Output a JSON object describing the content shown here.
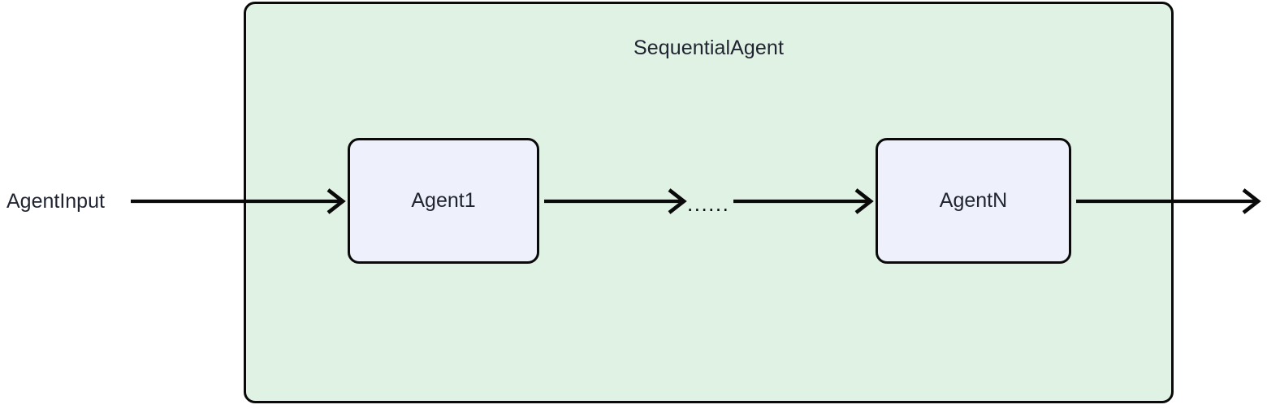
{
  "diagram": {
    "title_text": "SequentialAgent",
    "background_color": "#ffffff",
    "group": {
      "label": "SequentialAgent",
      "fill_color": "#e0f2e4",
      "border_color": "#0a0a0a"
    },
    "nodes": [
      {
        "id": "agent1",
        "label": "Agent1",
        "fill_color": "#eef1fb",
        "border_color": "#0a0a0a"
      },
      {
        "id": "agentn",
        "label": "AgentN",
        "fill_color": "#eef1fb",
        "border_color": "#0a0a0a"
      }
    ],
    "labels": [
      {
        "id": "agent-input",
        "text": "AgentInput"
      }
    ],
    "ellipsis": "......",
    "edges": [
      {
        "id": "input-to-agent1",
        "from": "AgentInput",
        "to": "Agent1",
        "label": ""
      },
      {
        "id": "agent1-to-ellipsis",
        "from": "Agent1",
        "to": "......",
        "label": ""
      },
      {
        "id": "ellipsis-to-agentn",
        "from": "......",
        "to": "AgentN",
        "label": ""
      },
      {
        "id": "agentn-to-output",
        "from": "AgentN",
        "to": "",
        "label": ""
      }
    ],
    "text_color": "#1f2430",
    "stroke_color": "#0a0a0a"
  }
}
